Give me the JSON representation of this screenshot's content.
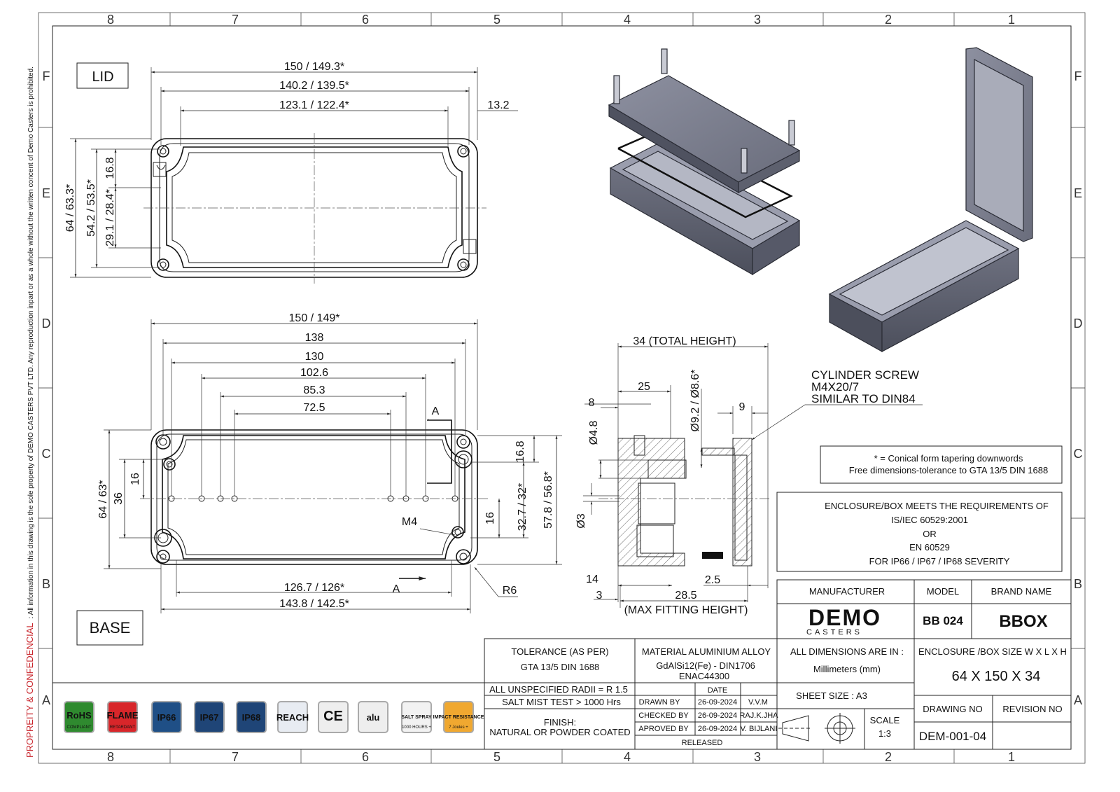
{
  "zones": {
    "columns": [
      "8",
      "7",
      "6",
      "5",
      "4",
      "3",
      "2",
      "1"
    ],
    "rows": [
      "F",
      "E",
      "D",
      "C",
      "B",
      "A"
    ]
  },
  "side_notice": {
    "label": "PROPREITY & CONFEDENCIAL",
    "text": ":  All information in this drawing is the sole property of DEMO CASTERS PVT LTD. Any reproduction inpart or as a whole without the written concent of Demo Casters is prohibited."
  },
  "lid_view": {
    "label": "LID",
    "dims": {
      "overall_length": "150 / 149.3*",
      "inner_length": "140.2 / 139.5*",
      "hole_pitch": "123.1 / 122.4*",
      "edge_offset": "13.2",
      "overall_width": "64 / 63.3*",
      "inner_width": "54.2 / 53.5*",
      "hole_pitch_width": "29.1 / 28.4*",
      "edge_offset_width": "16.8"
    }
  },
  "base_view": {
    "label": "BASE",
    "dims": {
      "overall_length": "150 / 149*",
      "d138": "138",
      "d130": "130",
      "d102": "102.6",
      "d85": "85.3",
      "d72": "72.5",
      "overall_width": "64 / 63*",
      "d36": "36",
      "d16_left": "16",
      "d16_8": "16.8",
      "d16_right": "16",
      "d32": "32.7 / 32*",
      "d57": "57.8 / 56.8*",
      "bottom_inner": "126.7 / 126*",
      "bottom_outer": "143.8 / 142.5*"
    },
    "thread_callout": "M4",
    "radius_callout": "R6",
    "section_mark": "A"
  },
  "section_view": {
    "total_height": "34 (TOTAL HEIGHT)",
    "d25": "25",
    "d8": "8",
    "dia48": "Ø4.8",
    "dia92": "Ø9.2 / Ø8.6*",
    "d9": "9",
    "dia3": "Ø3",
    "d14": "14",
    "d3": "3",
    "d25b": "2.5",
    "d285": "28.5",
    "max_fitting": "(MAX FITTING HEIGHT)",
    "screw_note": [
      "CYLINDER SCREW",
      "M4X20/7",
      "SIMILAR TO DIN84"
    ]
  },
  "notes": {
    "conical": "* = Conical form tapering downwords",
    "tolerance": "Free dimensions-tolerance to GTA 13/5 DIN 1688",
    "standards": [
      "ENCLOSURE/BOX MEETS THE REQUIREMENTS OF",
      "IS/IEC 60529:2001",
      "OR",
      "EN 60529",
      "FOR IP66 / IP67 / IP68 SEVERITY"
    ]
  },
  "title_block": {
    "manufacturer_label": "MANUFACTURER",
    "model_label": "MODEL",
    "brand_label": "BRAND NAME",
    "manufacturer_logo": "DEMO",
    "manufacturer_logo_sub": "CASTERS",
    "model": "BB 024",
    "brand_logo": "BBOX",
    "tolerance_label": "TOLERANCE (AS PER)",
    "tolerance_value": "GTA 13/5 DIN 1688",
    "material_label": "MATERIAL ALUMINIUM ALLOY",
    "material_value1": "GdAlSi12(Fe) - DIN1706",
    "material_value2": "ENAC44300",
    "units_label": "ALL DIMENSIONS ARE IN :",
    "units_value": "Millimeters (mm)",
    "size_label": "ENCLOSURE /BOX SIZE W X L X H",
    "size_value": "64 X 150 X 34",
    "radii": "ALL UNSPECIFIED RADII = R 1.5",
    "salt_mist": "SALT MIST TEST > 1000 Hrs",
    "finish_label": "FINISH:",
    "finish_value": "NATURAL OR POWDER COATED",
    "date_header": "DATE",
    "sign_rows": [
      {
        "role": "DRAWN BY",
        "date": "26-09-2024",
        "name": "V.V.M"
      },
      {
        "role": "CHECKED BY",
        "date": "26-09-2024",
        "name": "RAJ.K.JHA"
      },
      {
        "role": "APROVED BY",
        "date": "26-09-2024",
        "name": "V. BIJLANI"
      }
    ],
    "released": "RELEASED",
    "sheet_size": "SHEET SIZE : A3",
    "scale_label": "SCALE",
    "scale_value": "1:3",
    "drawing_no_label": "DRAWING NO",
    "revision_no_label": "REVISION NO",
    "drawing_no": "DEM-001-04",
    "revision_no": ""
  },
  "certifications": [
    {
      "label": "RoHS",
      "sub": "COMPLIANT",
      "color": "#2f8a2f"
    },
    {
      "label": "FLAME",
      "sub": "RETARDANT",
      "color": "#d8262a"
    },
    {
      "label": "IP66",
      "sub": "",
      "color": "#1f4f86"
    },
    {
      "label": "IP67",
      "sub": "",
      "color": "#1f4577"
    },
    {
      "label": "IP68",
      "sub": "",
      "color": "#1f4577"
    },
    {
      "label": "REACH",
      "sub": "",
      "color": "#e8ecf2"
    },
    {
      "label": "CE",
      "sub": "",
      "color": "#eeeeee"
    },
    {
      "label": "alu",
      "sub": "",
      "color": "#eeeeee"
    },
    {
      "label": "SALT SPRAY",
      "sub": "1000 HOURS +",
      "color": "#f2f2f2"
    },
    {
      "label": "IMPACT RESISTANCE",
      "sub": "7 Joules +",
      "color": "#f0a830"
    }
  ],
  "colors": {
    "logo_red": "#d8262a",
    "model_blue": "#2b3a8f",
    "line": "#222222"
  }
}
